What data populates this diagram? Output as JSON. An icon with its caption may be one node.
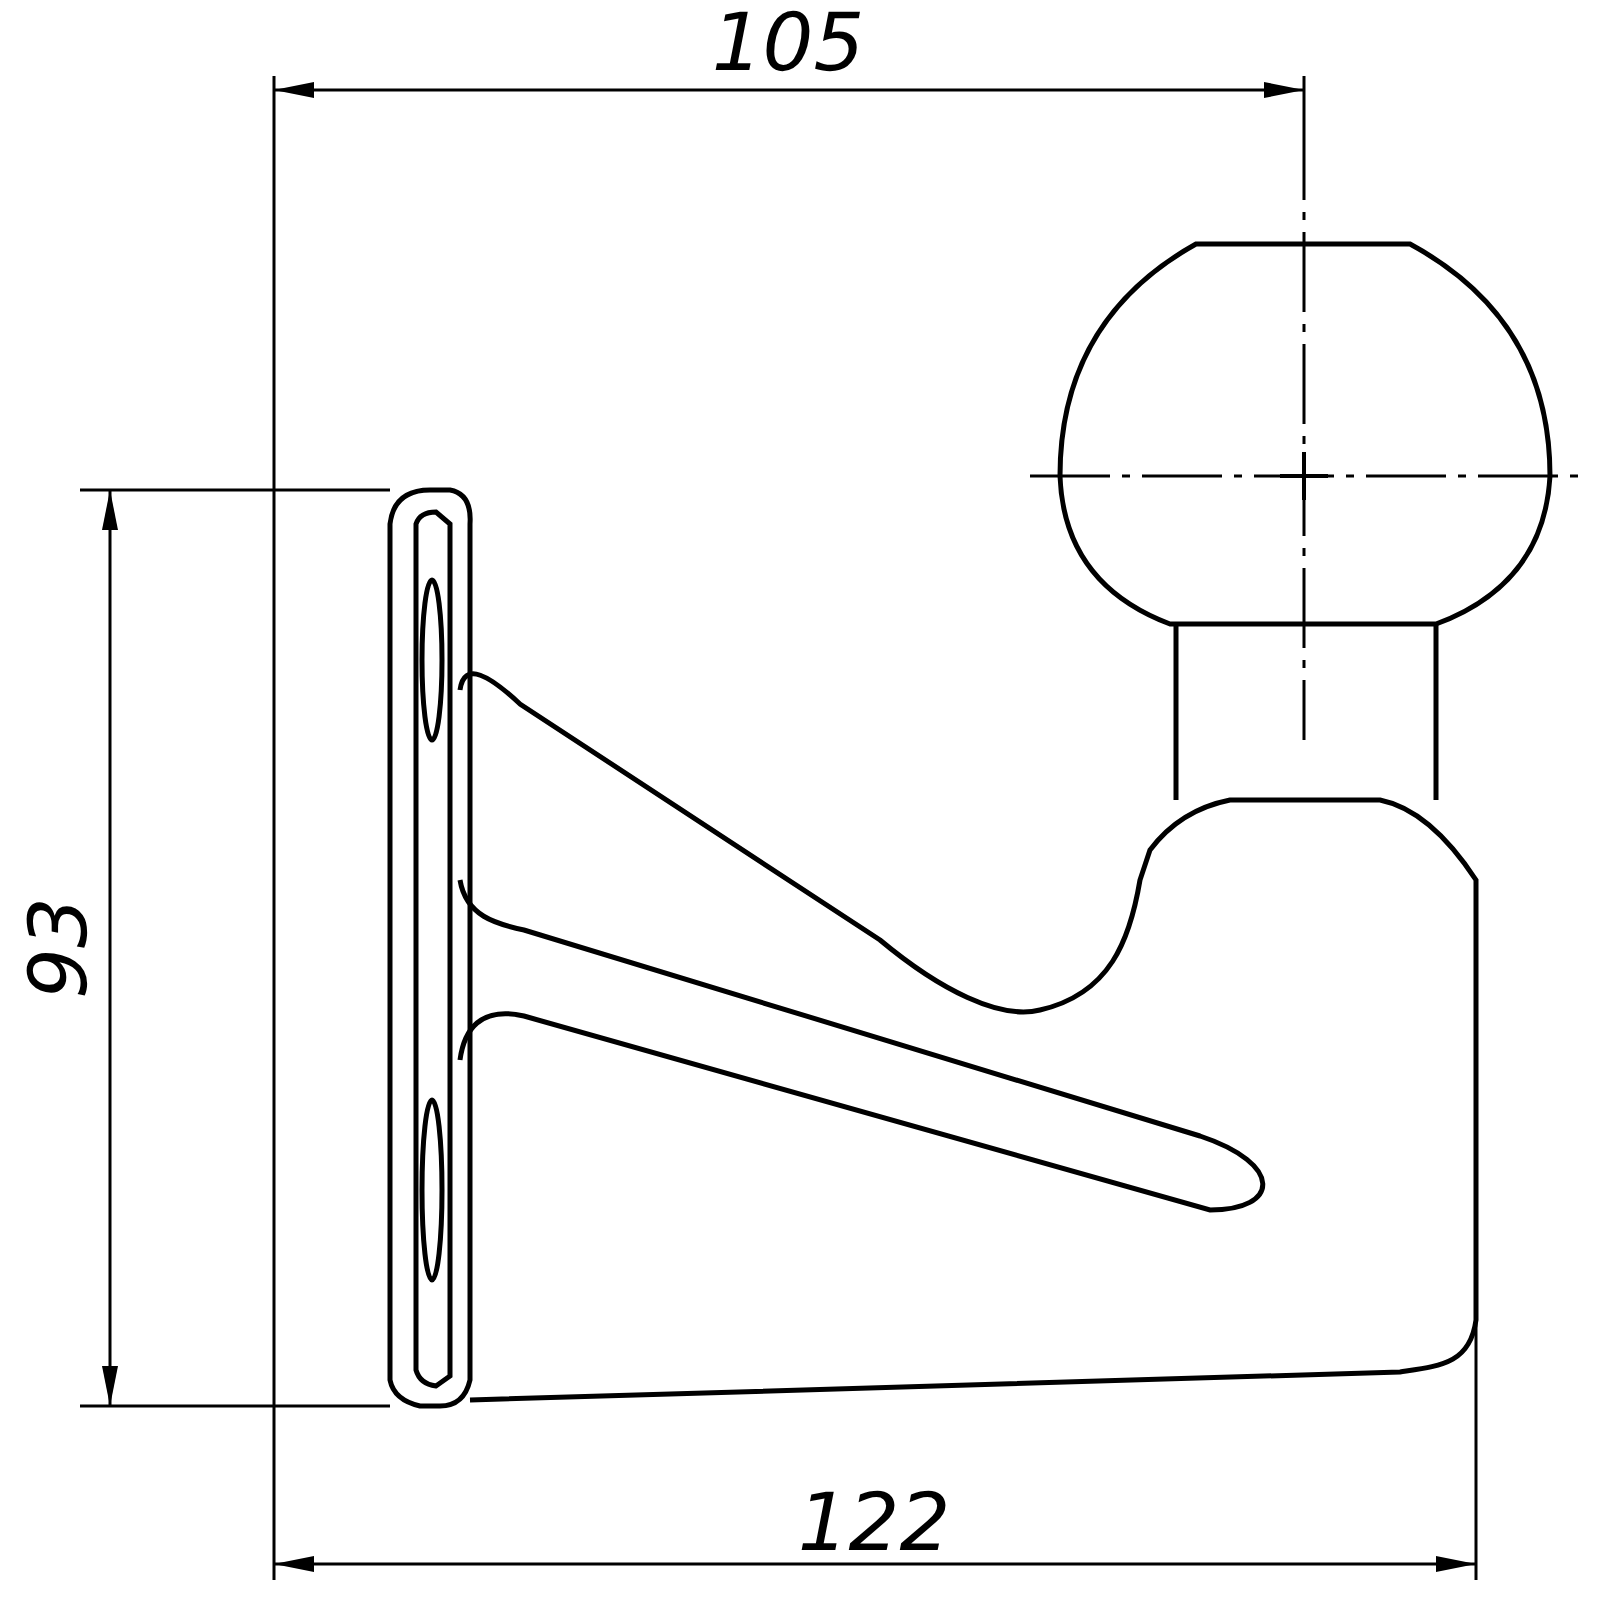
{
  "diagram": {
    "labels": [
      "105",
      "93",
      "122"
    ]
  }
}
